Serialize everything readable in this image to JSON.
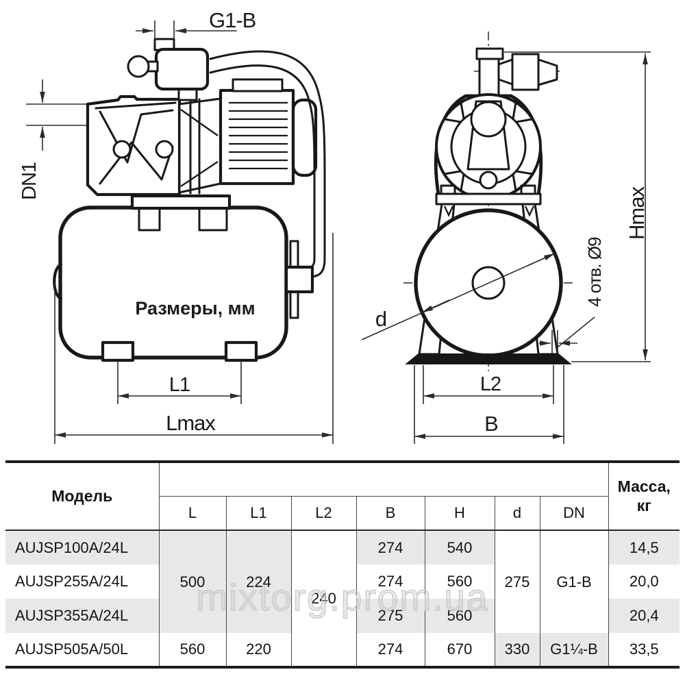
{
  "drawing": {
    "title": "Размеры, мм",
    "labels": {
      "g1b": "G1-B",
      "dn1": "DN1",
      "l1": "L1",
      "lmax": "Lmax",
      "d": "d",
      "holes": "4 отв. Ø9",
      "hmax": "Hmax",
      "l2": "L2",
      "b": "B"
    }
  },
  "watermark": "mixtorg.prom.ua",
  "table": {
    "header": {
      "model": "Модель",
      "mass_line1": "Масса,",
      "mass_line2": "кг"
    },
    "cols": [
      "L",
      "L1",
      "L2",
      "B",
      "H",
      "d",
      "DN"
    ],
    "merged": {
      "L": "500",
      "L1": "224",
      "L2": "240",
      "d": "275",
      "DN": "G1-B"
    },
    "rows": [
      {
        "model": "AUJSP100A/24L",
        "B": "274",
        "H": "540",
        "mass": "14,5"
      },
      {
        "model": "AUJSP255A/24L",
        "B": "274",
        "H": "560",
        "mass": "20,0"
      },
      {
        "model": "AUJSP355A/24L",
        "B": "275",
        "H": "560",
        "mass": "20,4"
      },
      {
        "model": "AUJSP505A/50L",
        "L": "560",
        "L1": "220",
        "B": "274",
        "H": "670",
        "d": "330",
        "DN": "G1¼-B",
        "mass": "33,5"
      }
    ]
  }
}
